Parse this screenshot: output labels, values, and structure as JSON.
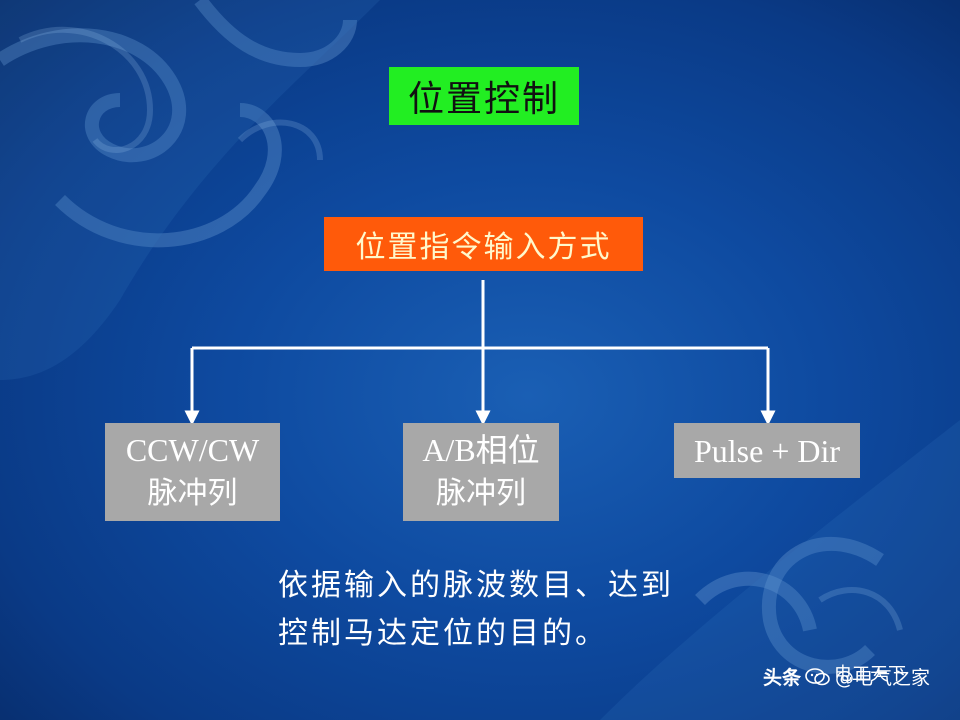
{
  "title": "位置控制",
  "method": "位置指令输入方式",
  "options": [
    {
      "line1": "CCW/CW",
      "line2": "脉冲列"
    },
    {
      "line1": "A/B相位",
      "line2": "脉冲列"
    },
    {
      "line1": "Pulse + Dir",
      "line2": ""
    }
  ],
  "description": {
    "line1": "依据输入的脉波数目、达到",
    "line2": "控制马达定位的目的。"
  },
  "watermark": {
    "source": "头条",
    "account": "@电气之家",
    "brand": "电工天下"
  },
  "colors": {
    "title_bg": "#22ee22",
    "method_bg": "#ff5a0a",
    "option_bg": "#a8a8a8",
    "background": "#0e4aa0"
  }
}
